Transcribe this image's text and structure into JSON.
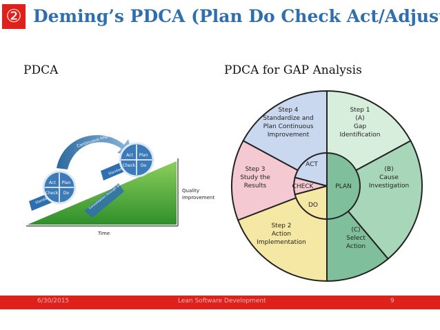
{
  "slide": {
    "number_badge": "②",
    "title": "Deming’s PDCA (Plan Do Check Act/Adjust)",
    "left_label": "PDCA",
    "right_label": "PDCA for GAP Analysis"
  },
  "left_diagram": {
    "arrow_label": "Continuous Improvement",
    "wheel_cells": [
      "Act",
      "Plan",
      "Check",
      "Do"
    ],
    "ramp_label_left": "Standard",
    "ramp_label_right": "Standard",
    "wedge_label": "Consolidation through Standardization",
    "y_label_1": "Quality",
    "y_label_2": "Improvement",
    "x_label": "Time"
  },
  "right_diagram": {
    "outer": {
      "step4": [
        "Step 4",
        "Standardize and",
        "Plan Continuous",
        "Improvement"
      ],
      "step1": [
        "Step 1",
        "(A)",
        "Gap",
        "Identification"
      ],
      "stepB": [
        "(B)",
        "Cause",
        "Investigation"
      ],
      "stepC": [
        "(C)",
        "Select",
        "Action"
      ],
      "step2": [
        "Step 2",
        "Action",
        "Implementation"
      ],
      "step3": [
        "Step 3",
        "Study the",
        "Results"
      ]
    },
    "inner": {
      "act": "ACT",
      "check": "CHECK",
      "do": "DO",
      "plan": "PLAN"
    }
  },
  "footer": {
    "date": "6/30/2015",
    "center": "Lean Software Development",
    "page": "9"
  }
}
